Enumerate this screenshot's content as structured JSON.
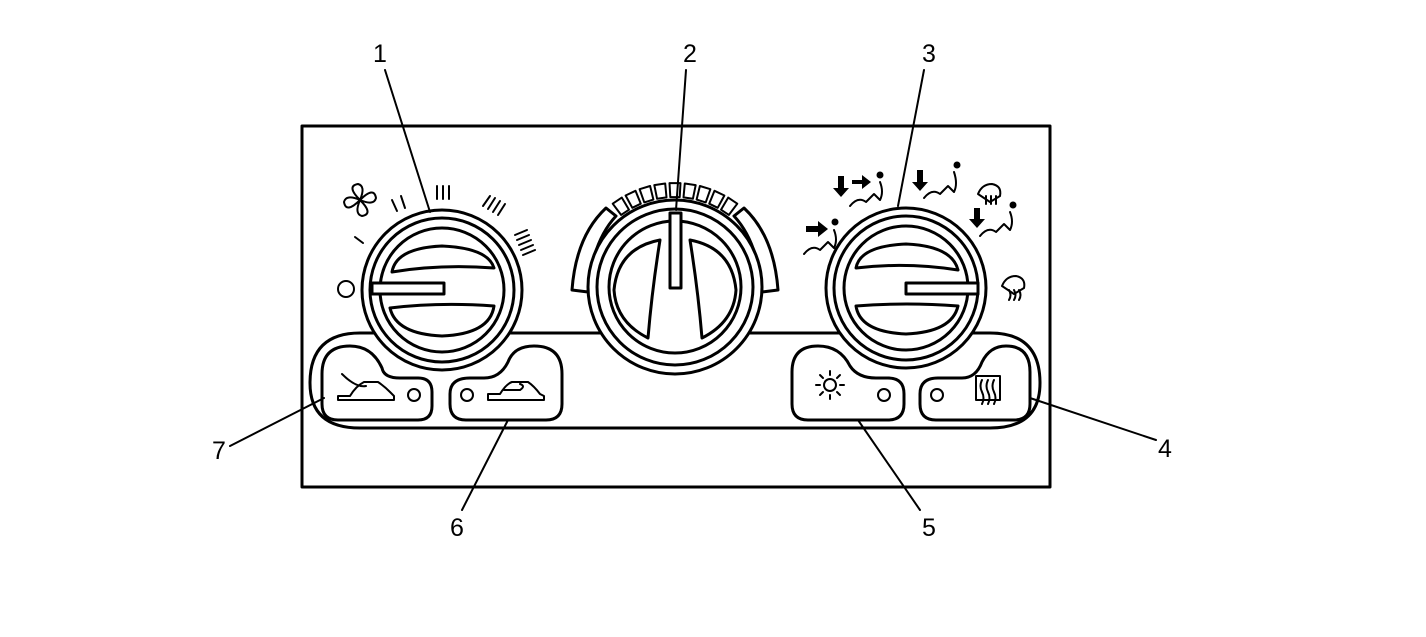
{
  "callouts": [
    {
      "id": "1",
      "label": "1"
    },
    {
      "id": "2",
      "label": "2"
    },
    {
      "id": "3",
      "label": "3"
    },
    {
      "id": "4",
      "label": "4"
    },
    {
      "id": "5",
      "label": "5"
    },
    {
      "id": "6",
      "label": "6"
    },
    {
      "id": "7",
      "label": "7"
    }
  ],
  "fan_dial": {
    "speed_marks": [
      "I",
      "II",
      "III",
      "IIII",
      "IIIII"
    ],
    "icon": "fan-icon",
    "off_icon": "off-circle-icon"
  },
  "temperature_dial": {
    "scale_segments": 9
  },
  "mode_dial": {
    "icons": [
      "vent-mode-icon",
      "bi-level-mode-icon",
      "floor-mode-icon",
      "floor-defog-mode-icon",
      "defrost-mode-icon"
    ]
  },
  "buttons": [
    {
      "id": "7",
      "icon": "outside-air-icon"
    },
    {
      "id": "6",
      "icon": "recirculation-icon"
    },
    {
      "id": "5",
      "icon": "air-conditioning-icon"
    },
    {
      "id": "4",
      "icon": "rear-defog-icon"
    }
  ]
}
